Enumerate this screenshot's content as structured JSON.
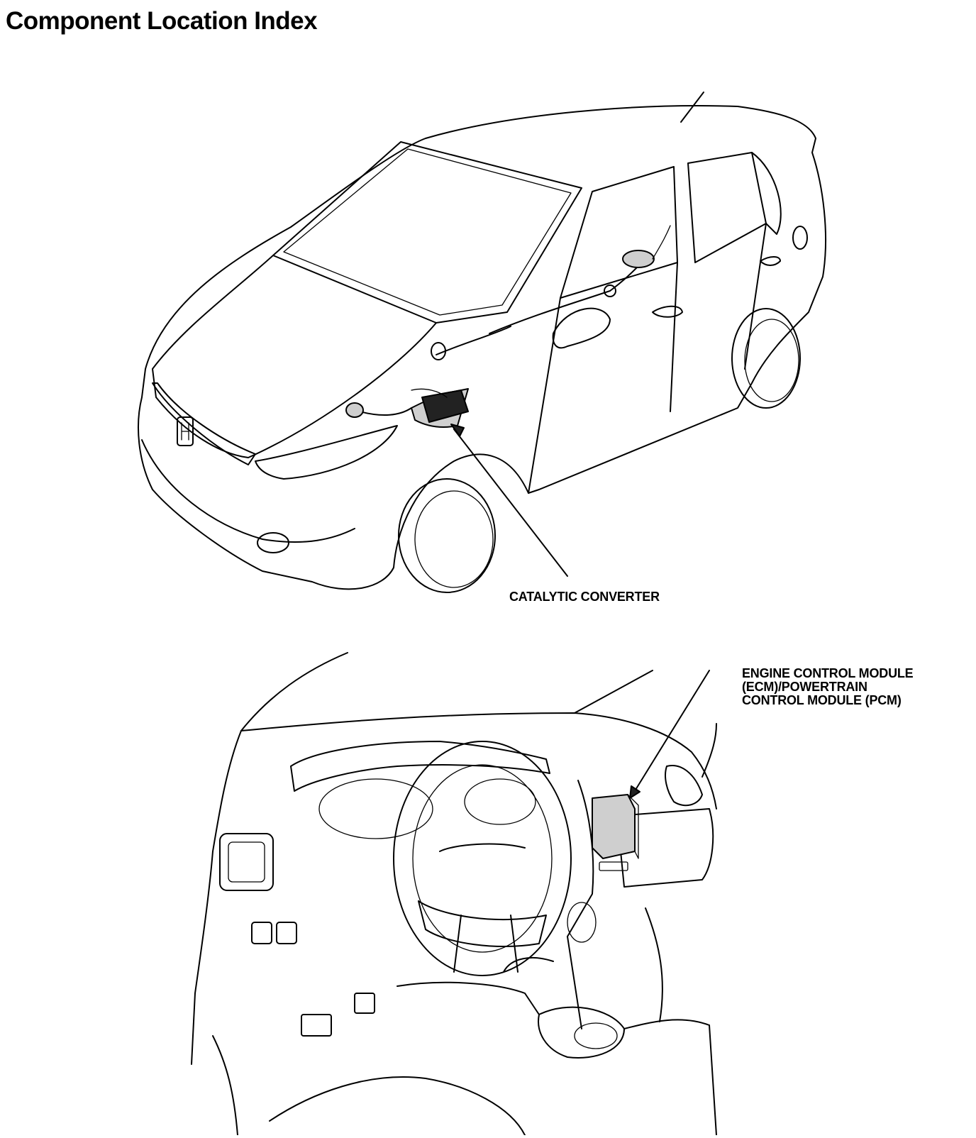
{
  "page": {
    "title": "Component Location Index"
  },
  "callouts": {
    "catalytic_converter": "CATALYTIC CONVERTER",
    "ecm_pcm_lines": [
      "ENGINE CONTROL MODULE",
      "(ECM)/POWERTRAIN",
      "CONTROL MODULE (PCM)"
    ]
  }
}
